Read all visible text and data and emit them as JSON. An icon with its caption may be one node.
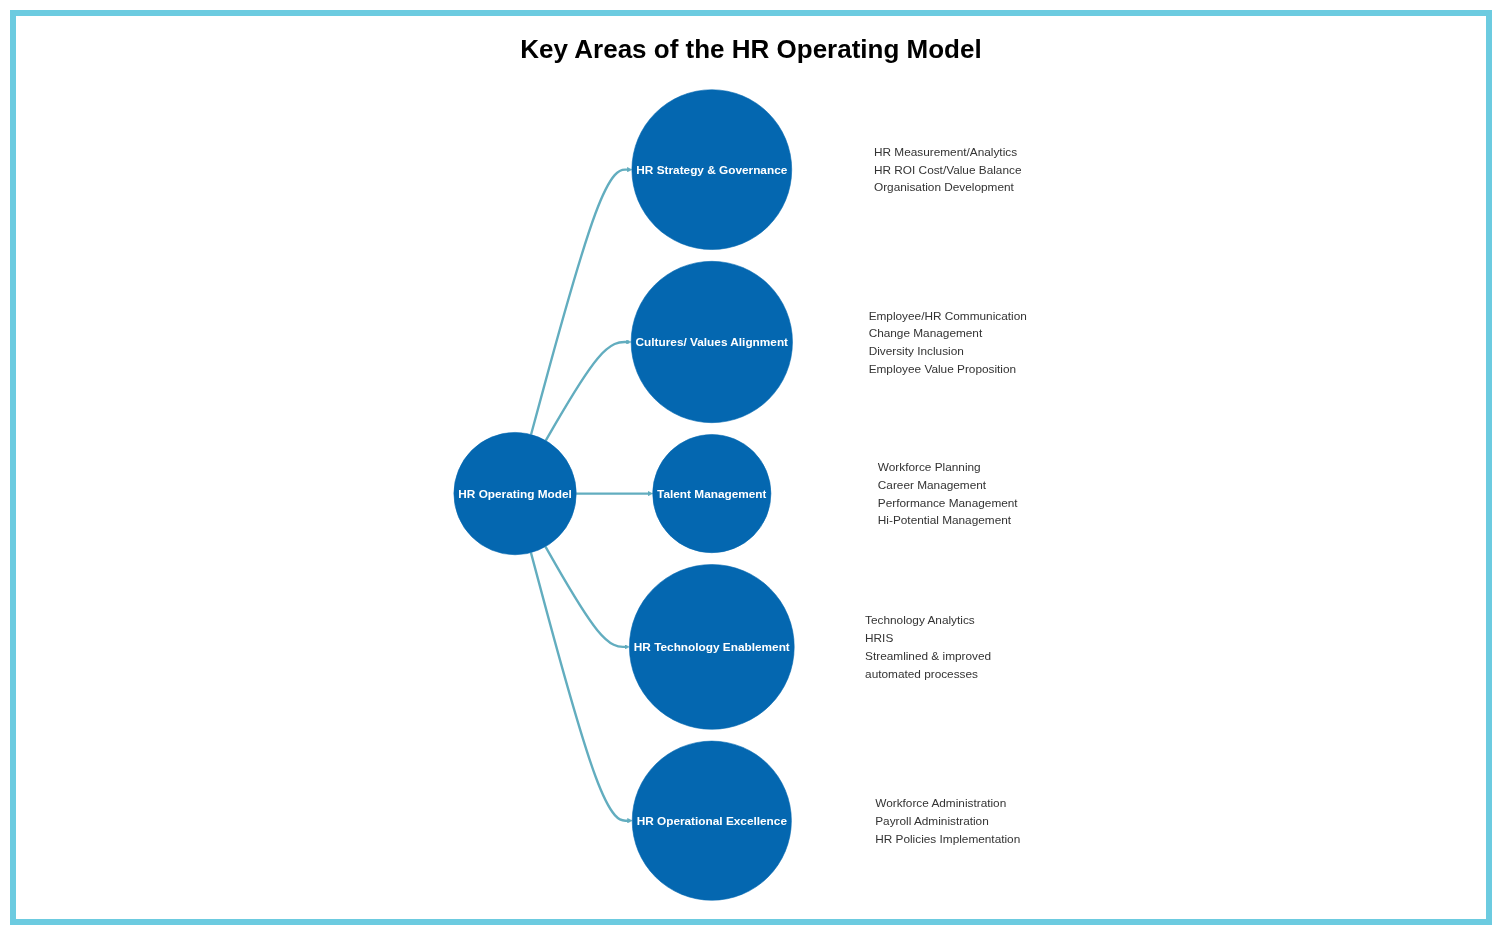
{
  "diagram": {
    "title": "Key Areas of the HR Operating Model",
    "nodes": [
      {
        "text": [
          "HR Strategy & Governance"
        ],
        "beside": [
          "HR Measurement/Analytics",
          "HR ROI Cost/Value Balance",
          "Organisation Development"
        ]
      },
      {
        "text": [
          "Cultures/ Values Alignment"
        ],
        "beside": [
          "Employee/HR Communication",
          "Change Management",
          "Diversity Inclusion",
          "Employee Value Proposition"
        ]
      },
      {
        "text": [
          "Talent Management"
        ],
        "beside": [
          "Workforce Planning",
          "Career Management",
          "Performance Management",
          "Hi-Potential Management"
        ]
      },
      {
        "text": [
          "HR Operating Model"
        ]
      },
      {
        "text": [
          "HR Technology Enablement"
        ],
        "beside": [
          "Technology Analytics",
          "HRIS",
          "Streamlined & improved automated processes"
        ]
      },
      {
        "text": [
          "HR Operational Excellence"
        ],
        "beside": [
          "Workforce Administration",
          "Payroll Administration",
          "HR Policies Implementation"
        ]
      }
    ],
    "edges": [
      {
        "from": 3,
        "to": 0,
        "arrow": "to"
      },
      {
        "from": 3,
        "to": 1,
        "arrow": "to"
      },
      {
        "from": 3,
        "to": 2,
        "arrow": "to"
      },
      {
        "from": 3,
        "to": 4,
        "arrow": "to"
      },
      {
        "from": 3,
        "to": 5,
        "arrow": "to"
      }
    ]
  }
}
